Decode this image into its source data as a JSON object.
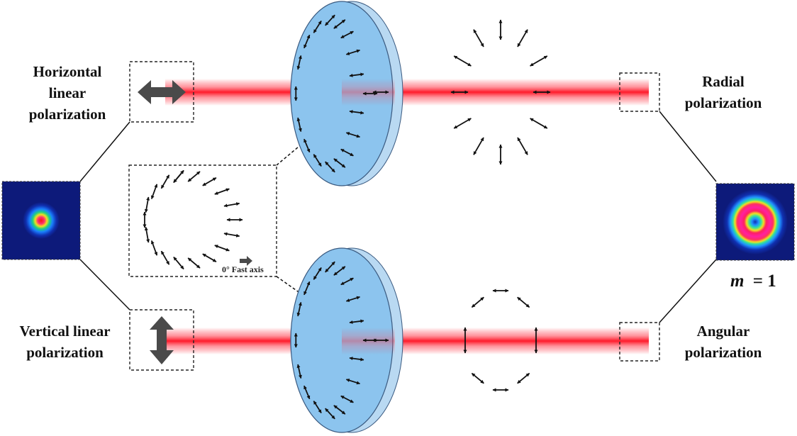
{
  "labels": {
    "input_top_line1": "Horizontal",
    "input_top_line2": "linear",
    "input_top_line3": "polarization",
    "input_bottom_line1": "Vertical linear",
    "input_bottom_line2": "polarization",
    "output_top_line1": "Radial",
    "output_top_line2": "polarization",
    "output_bottom_line1": "Angular",
    "output_bottom_line2": "polarization",
    "inset_caption": "0° Fast axis",
    "mode_symbol": "m",
    "mode_value": "= 1"
  },
  "colors": {
    "beam": "#ff2030",
    "plate_face": "#8cc4ee",
    "plate_edge": "#b9d9f2",
    "arrow": "#111111",
    "big_arrow": "#4a4a4a",
    "profile_background": "#0d1a7a"
  },
  "icons": [
    "double-arrow-icon",
    "beam-profile-gaussian",
    "beam-profile-donut"
  ]
}
